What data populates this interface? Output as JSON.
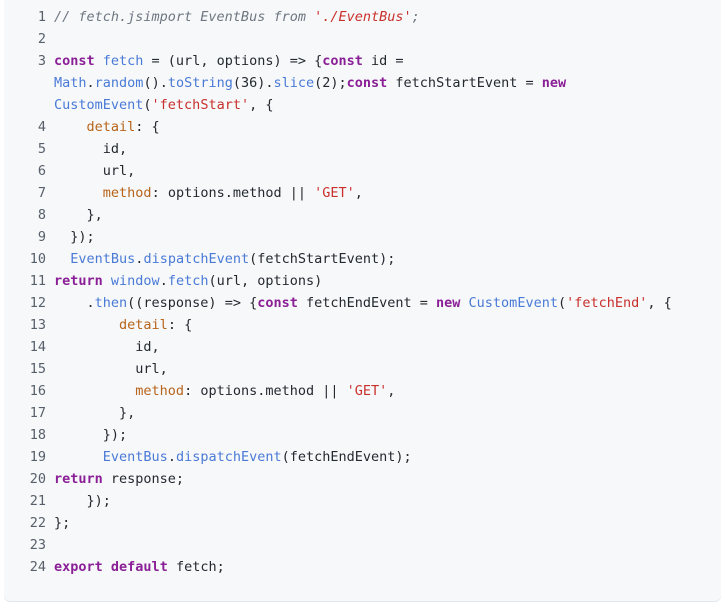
{
  "code_view": {
    "lines": [
      {
        "n": "1",
        "t": [
          {
            "c": "cmt",
            "s": "// fetch.jsimport EventBus from "
          },
          {
            "c": "cmtstr",
            "s": "'./EventBus'"
          },
          {
            "c": "cmt",
            "s": ";"
          }
        ]
      },
      {
        "n": "2",
        "t": []
      },
      {
        "n": "3",
        "t": [
          {
            "c": "kw2",
            "s": "const"
          },
          {
            "c": "",
            "s": " "
          },
          {
            "c": "fn",
            "s": "fetch"
          },
          {
            "c": "",
            "s": " = (url, options) => {"
          },
          {
            "c": "kw2",
            "s": "const"
          },
          {
            "c": "",
            "s": " id ="
          }
        ]
      },
      {
        "n": "",
        "t": [
          {
            "c": "fn",
            "s": "Math"
          },
          {
            "c": "",
            "s": "."
          },
          {
            "c": "fn",
            "s": "random"
          },
          {
            "c": "",
            "s": "()."
          },
          {
            "c": "fn",
            "s": "toString"
          },
          {
            "c": "",
            "s": "(36)."
          },
          {
            "c": "fn",
            "s": "slice"
          },
          {
            "c": "",
            "s": "(2);"
          },
          {
            "c": "kw2",
            "s": "const"
          },
          {
            "c": "",
            "s": " fetchStartEvent = "
          },
          {
            "c": "kw2",
            "s": "new"
          }
        ]
      },
      {
        "n": "",
        "t": [
          {
            "c": "fn",
            "s": "CustomEvent"
          },
          {
            "c": "",
            "s": "("
          },
          {
            "c": "str",
            "s": "'fetchStart'"
          },
          {
            "c": "",
            "s": ", {"
          }
        ]
      },
      {
        "n": "4",
        "t": [
          {
            "c": "",
            "s": "    "
          },
          {
            "c": "prop",
            "s": "detail"
          },
          {
            "c": "",
            "s": ": {"
          }
        ]
      },
      {
        "n": "5",
        "t": [
          {
            "c": "",
            "s": "      id,"
          }
        ]
      },
      {
        "n": "6",
        "t": [
          {
            "c": "",
            "s": "      url,"
          }
        ]
      },
      {
        "n": "7",
        "t": [
          {
            "c": "",
            "s": "      "
          },
          {
            "c": "prop",
            "s": "method"
          },
          {
            "c": "",
            "s": ": options.method || "
          },
          {
            "c": "str",
            "s": "'GET'"
          },
          {
            "c": "",
            "s": ","
          }
        ]
      },
      {
        "n": "8",
        "t": [
          {
            "c": "",
            "s": "    },"
          }
        ]
      },
      {
        "n": "9",
        "t": [
          {
            "c": "",
            "s": "  });"
          }
        ]
      },
      {
        "n": "10",
        "t": [
          {
            "c": "",
            "s": "  "
          },
          {
            "c": "fn",
            "s": "EventBus"
          },
          {
            "c": "",
            "s": "."
          },
          {
            "c": "fn",
            "s": "dispatchEvent"
          },
          {
            "c": "",
            "s": "(fetchStartEvent);"
          }
        ]
      },
      {
        "n": "11",
        "t": [
          {
            "c": "kw2",
            "s": "return"
          },
          {
            "c": "",
            "s": " "
          },
          {
            "c": "fn",
            "s": "window"
          },
          {
            "c": "",
            "s": "."
          },
          {
            "c": "fn",
            "s": "fetch"
          },
          {
            "c": "",
            "s": "(url, options)"
          }
        ]
      },
      {
        "n": "12",
        "t": [
          {
            "c": "",
            "s": "    ."
          },
          {
            "c": "fn",
            "s": "then"
          },
          {
            "c": "",
            "s": "((response) => {"
          },
          {
            "c": "kw2",
            "s": "const"
          },
          {
            "c": "",
            "s": " fetchEndEvent = "
          },
          {
            "c": "kw2",
            "s": "new"
          },
          {
            "c": "",
            "s": " "
          },
          {
            "c": "fn",
            "s": "CustomEvent"
          },
          {
            "c": "",
            "s": "("
          },
          {
            "c": "str",
            "s": "'fetchEnd'"
          },
          {
            "c": "",
            "s": ", {"
          }
        ]
      },
      {
        "n": "13",
        "t": [
          {
            "c": "",
            "s": "        "
          },
          {
            "c": "prop",
            "s": "detail"
          },
          {
            "c": "",
            "s": ": {"
          }
        ]
      },
      {
        "n": "14",
        "t": [
          {
            "c": "",
            "s": "          id,"
          }
        ]
      },
      {
        "n": "15",
        "t": [
          {
            "c": "",
            "s": "          url,"
          }
        ]
      },
      {
        "n": "16",
        "t": [
          {
            "c": "",
            "s": "          "
          },
          {
            "c": "prop",
            "s": "method"
          },
          {
            "c": "",
            "s": ": options.method || "
          },
          {
            "c": "str",
            "s": "'GET'"
          },
          {
            "c": "",
            "s": ","
          }
        ]
      },
      {
        "n": "17",
        "t": [
          {
            "c": "",
            "s": "        },"
          }
        ]
      },
      {
        "n": "18",
        "t": [
          {
            "c": "",
            "s": "      });"
          }
        ]
      },
      {
        "n": "19",
        "t": [
          {
            "c": "",
            "s": "      "
          },
          {
            "c": "fn",
            "s": "EventBus"
          },
          {
            "c": "",
            "s": "."
          },
          {
            "c": "fn",
            "s": "dispatchEvent"
          },
          {
            "c": "",
            "s": "(fetchEndEvent);"
          }
        ]
      },
      {
        "n": "20",
        "t": [
          {
            "c": "kw2",
            "s": "return"
          },
          {
            "c": "",
            "s": " response;"
          }
        ]
      },
      {
        "n": "21",
        "t": [
          {
            "c": "",
            "s": "    });"
          }
        ]
      },
      {
        "n": "22",
        "t": [
          {
            "c": "",
            "s": "};"
          }
        ]
      },
      {
        "n": "23",
        "t": []
      },
      {
        "n": "24",
        "t": [
          {
            "c": "kw2",
            "s": "export"
          },
          {
            "c": "",
            "s": " "
          },
          {
            "c": "kw2",
            "s": "default"
          },
          {
            "c": "",
            "s": " fetch;"
          }
        ]
      }
    ]
  }
}
